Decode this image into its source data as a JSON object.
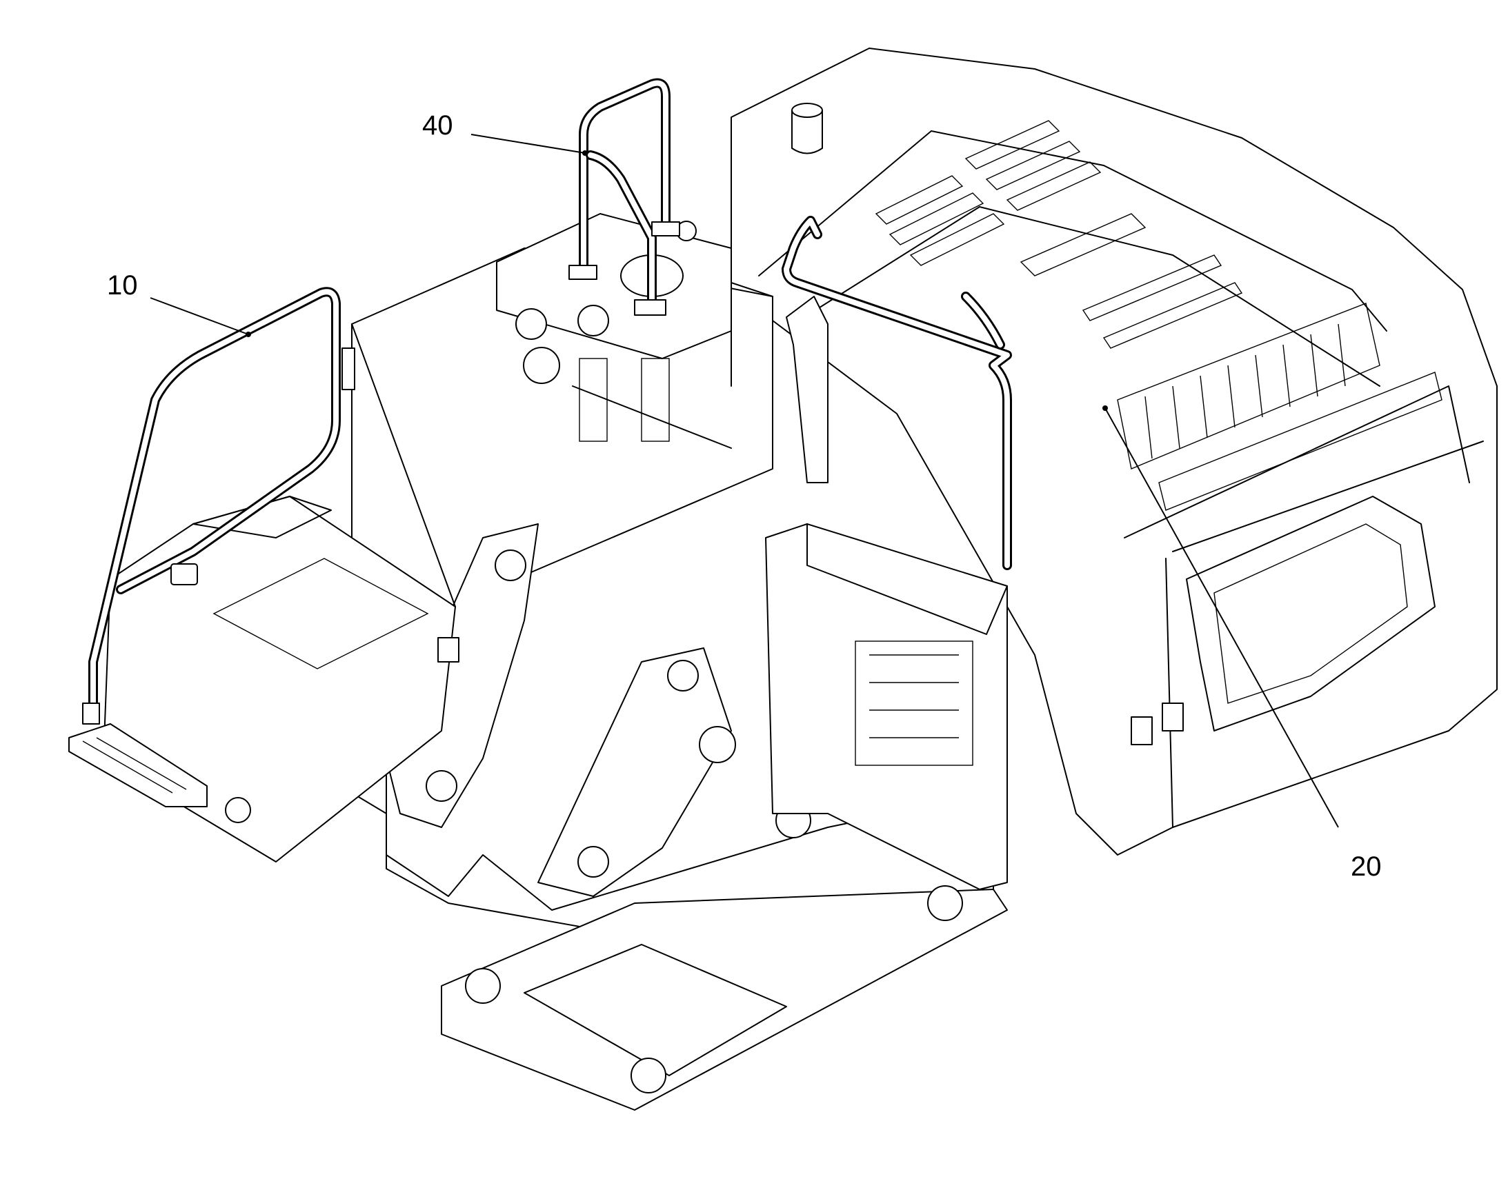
{
  "callouts": [
    {
      "id": "10",
      "label": "10"
    },
    {
      "id": "20",
      "label": "20"
    },
    {
      "id": "40",
      "label": "40"
    }
  ],
  "colors": {
    "line": "#000000",
    "background": "#ffffff"
  }
}
